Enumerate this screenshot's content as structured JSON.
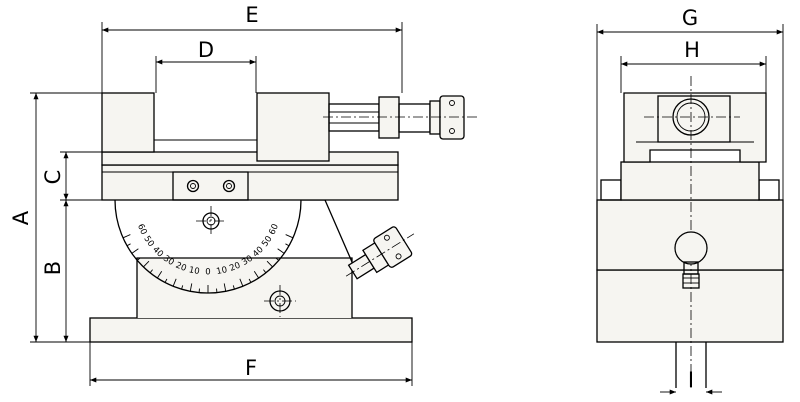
{
  "dimensions": {
    "A": "A",
    "B": "B",
    "C": "C",
    "D": "D",
    "E": "E",
    "F": "F",
    "G": "G",
    "H": "H",
    "I": "I"
  },
  "scale": {
    "left_labels": [
      "60",
      "50",
      "40",
      "30",
      "20",
      "10"
    ],
    "zero_label": "0",
    "right_labels": [
      "10",
      "20",
      "30",
      "40",
      "50",
      "60"
    ]
  }
}
